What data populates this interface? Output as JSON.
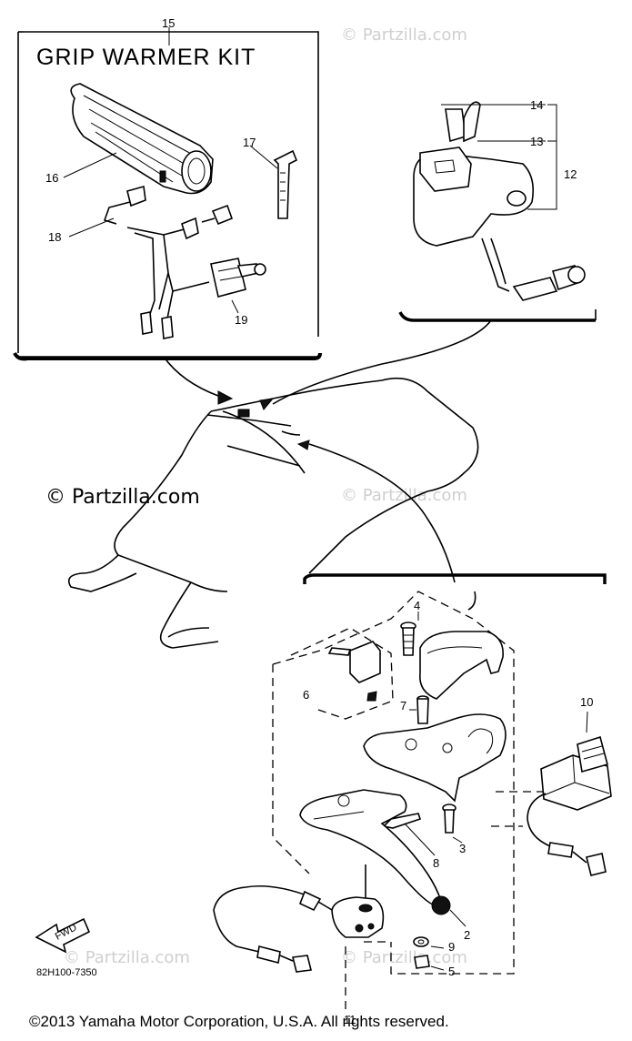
{
  "kit": {
    "title": "GRIP WARMER KIT"
  },
  "labels": {
    "p2": "2",
    "p3": "3",
    "p4": "4",
    "p5": "5",
    "p6": "6",
    "p7": "7",
    "p8": "8",
    "p9": "9",
    "p10": "10",
    "p11": "11",
    "p12": "12",
    "p13": "13",
    "p14": "14",
    "p15": "15",
    "p16": "16",
    "p17": "17",
    "p18": "18",
    "p19": "19"
  },
  "watermarks": {
    "main": "© Partzilla.com",
    "faint": "© Partzilla.com"
  },
  "fwd_label": "FWD",
  "drawing_code": "82H100-7350",
  "footer": {
    "copyright": "©2013  Yamaha Motor Corporation, U.S.A. All rights reserved."
  }
}
